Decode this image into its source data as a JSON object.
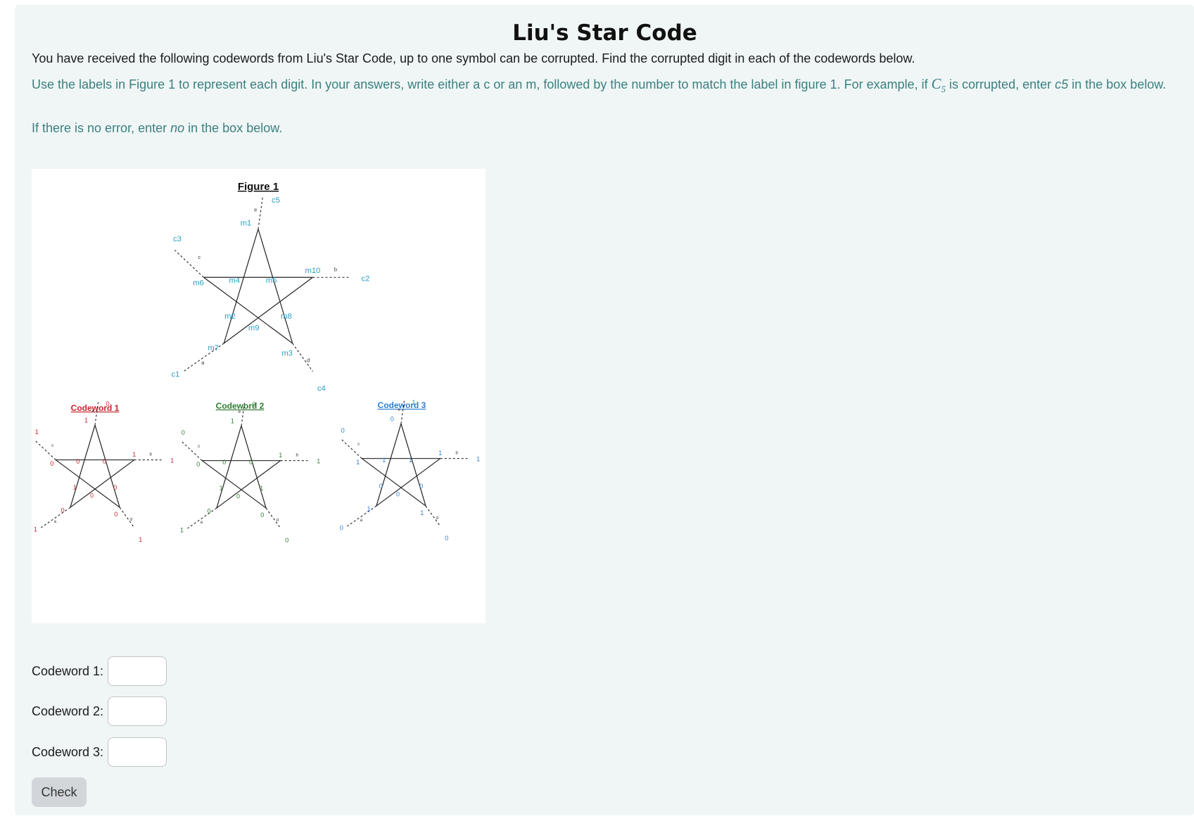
{
  "page": {
    "title": "Liu's Star Code",
    "intro": "You have received the following codewords from Liu's Star Code, up to one symbol can be corrupted. Find the corrupted digit in each of the codewords below.",
    "instructions_a": "Use the labels in Figure 1 to represent each digit.  In your answers, write either a c or an m, followed by the number to match the label in figure 1.  For example, if ",
    "instructions_math": "C",
    "instructions_math_sub": "5",
    "instructions_b": " is corrupted, enter ",
    "instructions_example": "c5",
    "instructions_c": " in the box below.",
    "no_error_a": "If there is no error, enter ",
    "no_error_word": "no",
    "no_error_b": " in the box below."
  },
  "figure": {
    "figure1": {
      "title": "Figure 1",
      "labels": [
        "m1",
        "m2",
        "m3",
        "m4",
        "m5",
        "m6",
        "m7",
        "m8",
        "m9",
        "m10",
        "c1",
        "c2",
        "c3",
        "c4",
        "c5",
        "a",
        "b",
        "c",
        "d",
        "e"
      ]
    },
    "codeword1": {
      "title": "Codeword 1",
      "color": "#c4262e",
      "values": {
        "c5": "0",
        "m1": "1",
        "c3": "1",
        "c2": "1",
        "m6": "0",
        "m4": "0",
        "m5": "0",
        "m10": "1",
        "m2": "1",
        "m8": "0",
        "m9": "0",
        "m7": "0",
        "m3": "0",
        "c1": "1",
        "c4": "1"
      }
    },
    "codeword2": {
      "title": "Codeword 2",
      "color": "#2e7d32",
      "values": {
        "c5": "0",
        "m1": "1",
        "c3": "0",
        "c2": "1",
        "m6": "0",
        "m4": "0",
        "m5": "0",
        "m10": "1",
        "m2": "1",
        "m8": "1",
        "m9": "0",
        "m7": "0",
        "m3": "0",
        "c1": "1",
        "c4": "0"
      }
    },
    "codeword3": {
      "title": "Codeword 3",
      "color": "#2f7fd0",
      "values": {
        "c5": "1",
        "m1": "0",
        "c3": "0",
        "c2": "1",
        "m6": "1",
        "m4": "1",
        "m5": "1",
        "m10": "1",
        "m2": "0",
        "m8": "0",
        "m9": "0",
        "m7": "1",
        "m3": "1",
        "c1": "0",
        "c4": "0"
      }
    },
    "line_color": "#222222",
    "figure1_label_color": "#2a9fc4"
  },
  "answers": {
    "codeword1_label": "Codeword 1:",
    "codeword2_label": "Codeword 2:",
    "codeword3_label": "Codeword 3:",
    "codeword1_value": "",
    "codeword2_value": "",
    "codeword3_value": ""
  },
  "actions": {
    "check_label": "Check"
  }
}
